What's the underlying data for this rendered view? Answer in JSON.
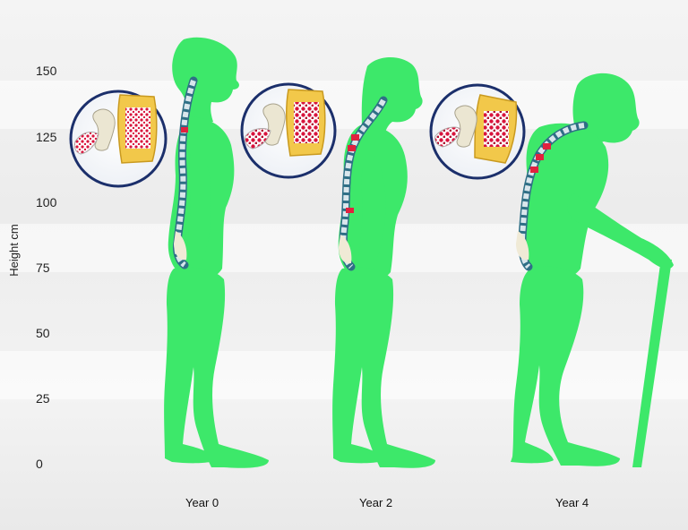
{
  "axis": {
    "title": "Height cm",
    "ticks": [
      "150",
      "125",
      "100",
      "75",
      "50",
      "25",
      "0"
    ]
  },
  "stages": [
    {
      "label": "Year 0"
    },
    {
      "label": "Year 2"
    },
    {
      "label": "Year 4"
    }
  ],
  "colors": {
    "body": "#3de86a",
    "vertebra_healthy": "#c9d6dd",
    "vertebra_damaged": "#e0223f",
    "bone": "#f2c84a",
    "bone_porosity": "#d9143d"
  }
}
